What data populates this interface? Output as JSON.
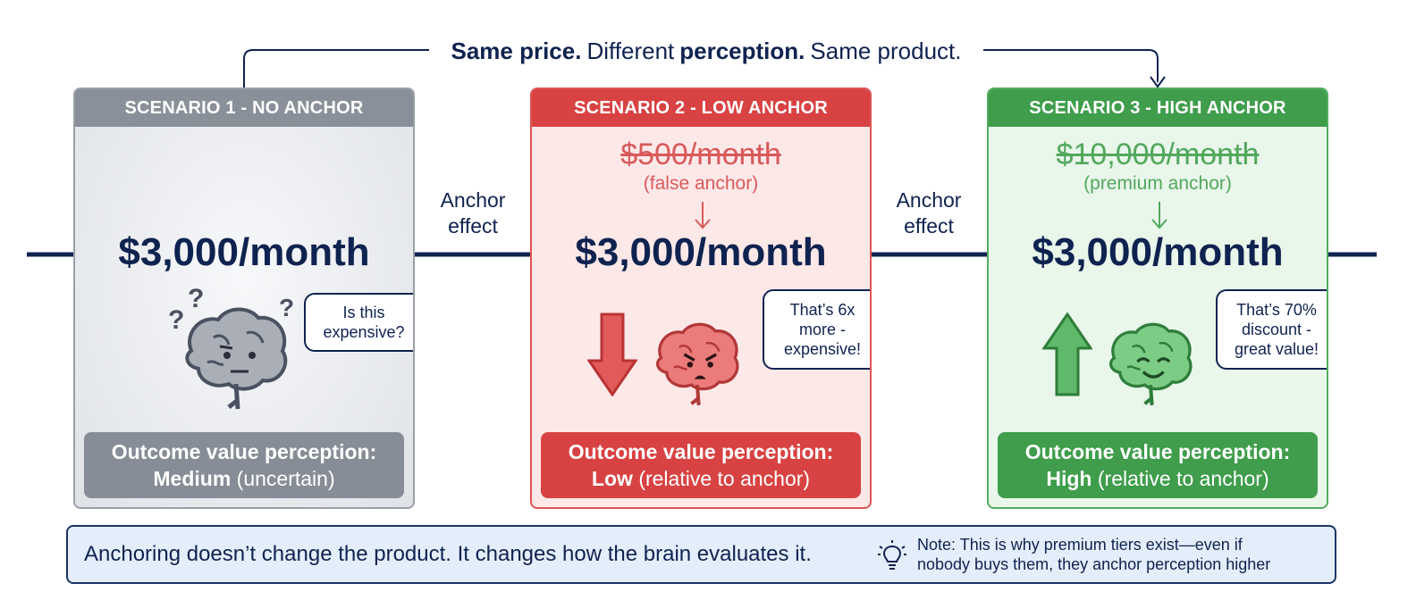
{
  "headline": {
    "part1_bold": "Same price.",
    "part2": "Different",
    "part3_bold": "perception.",
    "part4": "Same product."
  },
  "effect_label_1": {
    "line1": "Anchor",
    "line2": "effect"
  },
  "effect_label_2": {
    "line1": "Anchor",
    "line2": "effect"
  },
  "scenarios": [
    {
      "header": "SCENARIO 1 - NO ANCHOR",
      "price": "$3,000/month",
      "bubble": {
        "line1": "Is this",
        "line2": "expensive?"
      },
      "outcome": {
        "title": "Outcome value perception:",
        "level": "Medium",
        "detail": "(uncertain)"
      },
      "color": "#8a9099"
    },
    {
      "header": "SCENARIO 2 - LOW ANCHOR",
      "anchor": "$500/month",
      "anchor_note": "(false anchor)",
      "price": "$3,000/month",
      "bubble": {
        "line1": "That’s 6x",
        "line2": "more -",
        "line3": "expensive!"
      },
      "outcome": {
        "title": "Outcome value perception:",
        "level": "Low",
        "detail": "(relative to anchor)"
      },
      "color": "#d94242"
    },
    {
      "header": "SCENARIO 3 - HIGH ANCHOR",
      "anchor": "$10,000/month",
      "anchor_note": "(premium anchor)",
      "price": "$3,000/month",
      "bubble": {
        "line1": "That’s 70%",
        "line2": "discount -",
        "line3": "great value!"
      },
      "outcome": {
        "title": "Outcome value perception:",
        "level": "High",
        "detail": "(relative to anchor)"
      },
      "color": "#3f9d4c"
    }
  ],
  "footer": {
    "main": "Anchoring doesn’t change the product. It changes how the brain evaluates it.",
    "note_line1": "Note: This is why premium tiers exist—even if",
    "note_line2": "nobody buys them, they anchor perception higher"
  },
  "icons": [
    "brain-confused-icon",
    "brain-angry-icon",
    "brain-happy-icon",
    "arrow-down-icon",
    "arrow-up-icon",
    "lightbulb-icon"
  ],
  "colors": {
    "navy": "#0f2350",
    "gray": "#8a9099",
    "red": "#d94242",
    "green": "#3f9d4c"
  }
}
